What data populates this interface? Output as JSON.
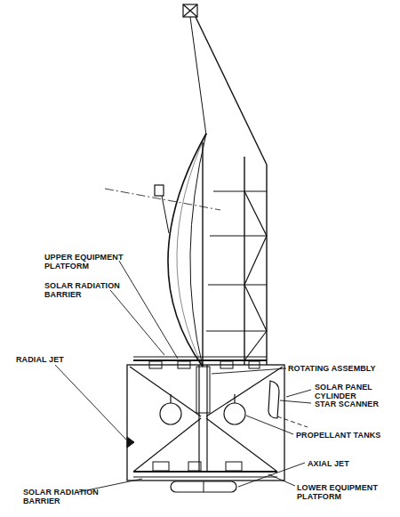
{
  "diagram": {
    "labels": [
      "UPPER EQUIPMENT PLATFORM",
      "SOLAR RADIATION BARRIER",
      "RADIAL JET",
      "ROTATING ASSEMBLY",
      "SOLAR PANEL CYLINDER",
      "STAR SCANNER",
      "PROPELLANT TANKS",
      "AXIAL JET",
      "SOLAR RADIATION BARRIER",
      "LOWER EQUIPMENT PLATFORM"
    ]
  }
}
